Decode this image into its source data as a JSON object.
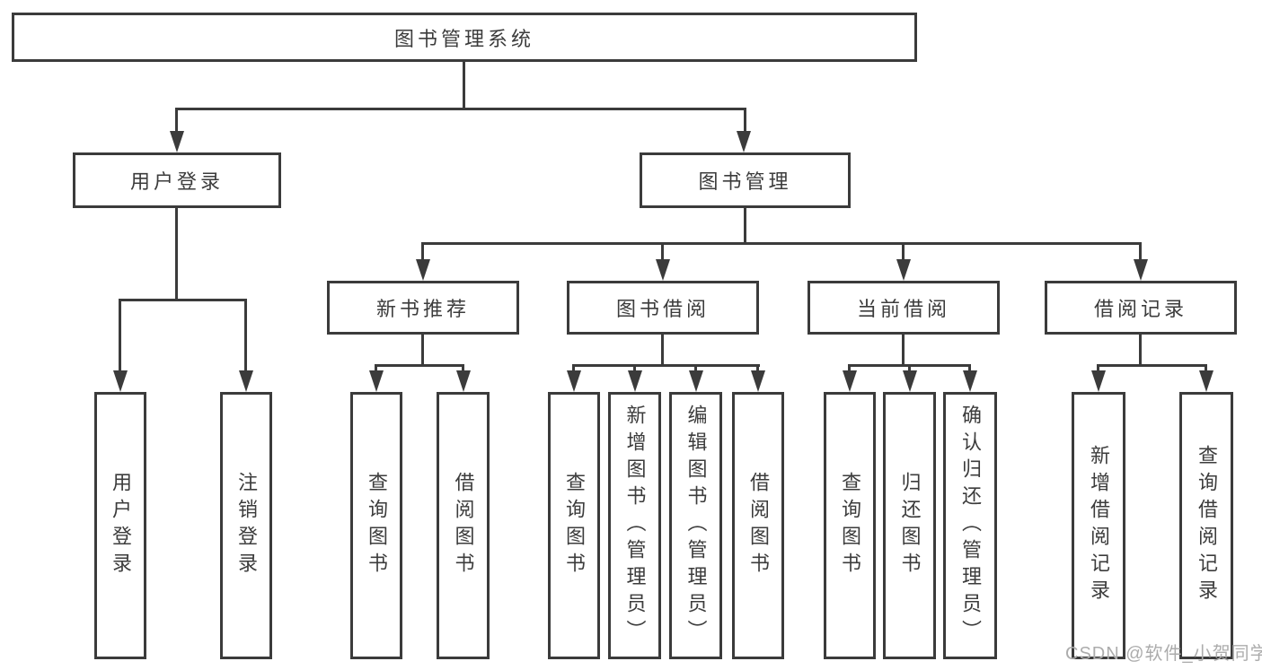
{
  "tree": {
    "label": "图书管理系统",
    "children": [
      {
        "label": "用户登录",
        "children": [
          {
            "label": "用户登录"
          },
          {
            "label": "注销登录"
          }
        ]
      },
      {
        "label": "图书管理",
        "children": [
          {
            "label": "新书推荐",
            "children": [
              {
                "label": "查询图书"
              },
              {
                "label": "借阅图书"
              }
            ]
          },
          {
            "label": "图书借阅",
            "children": [
              {
                "label": "查询图书"
              },
              {
                "label": "新增图书（管理员）"
              },
              {
                "label": "编辑图书（管理员）"
              },
              {
                "label": "借阅图书"
              }
            ]
          },
          {
            "label": "当前借阅",
            "children": [
              {
                "label": "查询图书"
              },
              {
                "label": "归还图书"
              },
              {
                "label": "确认归还（管理员）"
              }
            ]
          },
          {
            "label": "借阅记录",
            "children": [
              {
                "label": "新增借阅记录"
              },
              {
                "label": "查询借阅记录"
              }
            ]
          }
        ]
      }
    ]
  },
  "watermark": "CSDN @软件_小贺同学",
  "colors": {
    "line": "#3b3b3b",
    "text": "#3c3c3c",
    "watermark": "#acacac",
    "background": "#ffffff"
  }
}
